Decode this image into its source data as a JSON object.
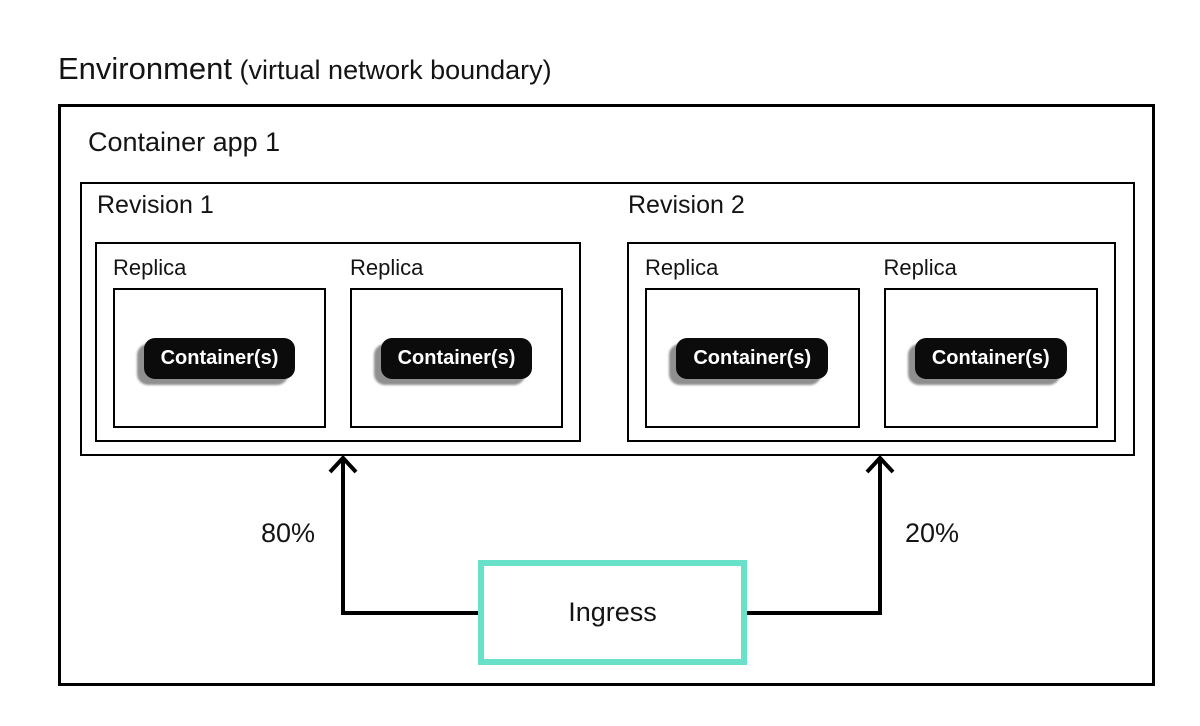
{
  "title": {
    "main": "Environment",
    "suffix": " (virtual network boundary)"
  },
  "container_app": {
    "label": "Container app 1"
  },
  "revisions": [
    {
      "label": "Revision 1",
      "traffic_share": "80%",
      "replicas": [
        {
          "label": "Replica",
          "containers_label": "Container(s)"
        },
        {
          "label": "Replica",
          "containers_label": "Container(s)"
        }
      ]
    },
    {
      "label": "Revision 2",
      "traffic_share": "20%",
      "replicas": [
        {
          "label": "Replica",
          "containers_label": "Container(s)"
        },
        {
          "label": "Replica",
          "containers_label": "Container(s)"
        }
      ]
    }
  ],
  "ingress": {
    "label": "Ingress"
  },
  "colors": {
    "diagram_line": "#000000",
    "ingress_border": "#68e1c8",
    "pill_background": "#0b0b0b",
    "pill_text": "#ffffff",
    "pill_shadow": "#8f8f8f"
  }
}
